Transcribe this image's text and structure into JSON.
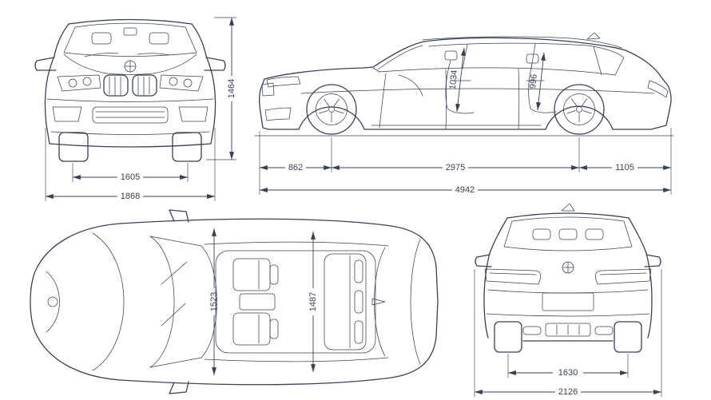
{
  "colors": {
    "line": "#3a4150",
    "background": "#ffffff"
  },
  "front_view": {
    "height": "1464",
    "track": "1605",
    "width": "1868"
  },
  "side_view": {
    "headroom_front": "1034",
    "headroom_rear": "996",
    "front_overhang": "862",
    "wheelbase": "2975",
    "rear_overhang": "1105",
    "length": "4942"
  },
  "top_view": {
    "front_interior_width": "1523",
    "rear_interior_width": "1487"
  },
  "rear_view": {
    "track": "1630",
    "width_incl_mirrors": "2126"
  }
}
